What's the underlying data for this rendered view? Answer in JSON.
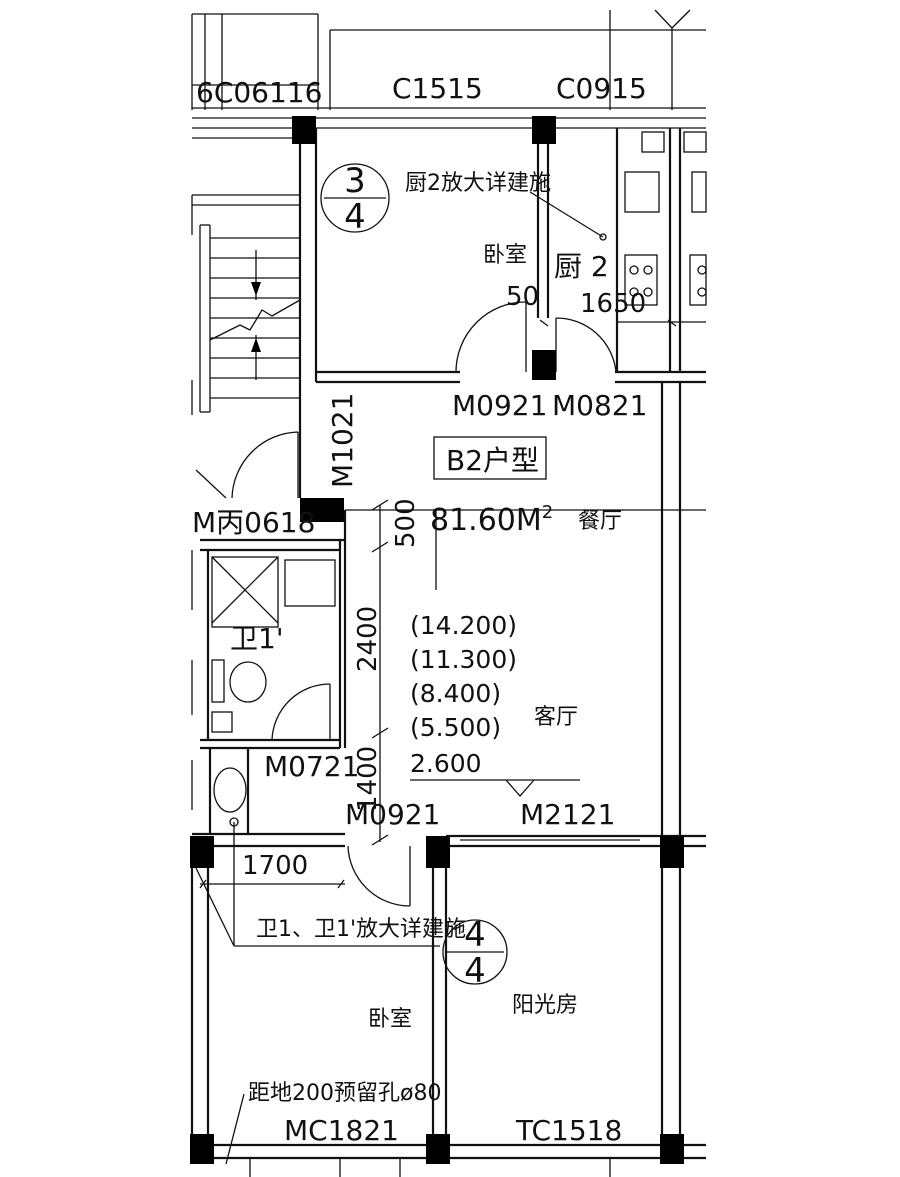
{
  "labels": {
    "win_6c": "6C06116",
    "win_c1515": "C1515",
    "win_c0915": "C0915",
    "note_kitchen": "厨2放大详建施",
    "room_bedroom_top": "卧室",
    "room_kitchen": "厨 2",
    "dim_50": "50",
    "dim_1650": "1650",
    "door_m0921_top": "M0921",
    "door_m0821": "M0821",
    "door_m1021": "M1021",
    "unit_type": "B2户型",
    "door_mbing": "M丙0618",
    "dim_500": "500",
    "area_value": "81.60M",
    "area_sup": "2",
    "room_dining": "餐厅",
    "bath_label": "卫1'",
    "dim_2400": "2400",
    "room_living": "客厅",
    "door_m0721": "M0721",
    "dim_1400": "1400",
    "door_m0921_bottom": "M0921",
    "door_m2121": "M2121",
    "dim_1700": "1700",
    "note_bath": "卫1、卫1'放大详建施",
    "room_bedroom_bottom": "卧室",
    "room_sunroom": "阳光房",
    "note_hole": "距地200预留孔ø80",
    "win_mc1821": "MC1821",
    "win_tc1518": "TC1518"
  },
  "elevations": [
    "(14.200)",
    "(11.300)",
    "(8.400)",
    "(5.500)",
    "2.600"
  ],
  "callouts": {
    "kitchen_detail": {
      "top": "3",
      "bottom": "4"
    },
    "bath_detail": {
      "top": "4",
      "bottom": "4"
    }
  }
}
